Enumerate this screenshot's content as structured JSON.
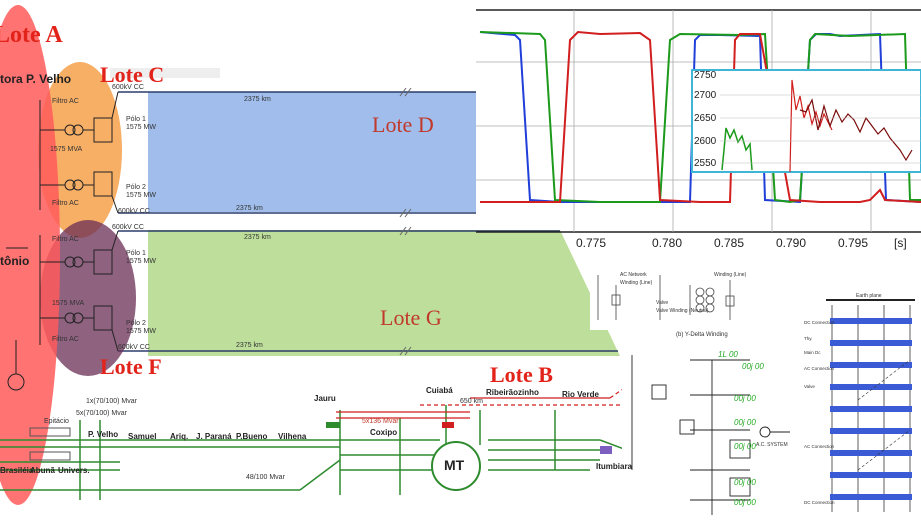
{
  "lotes": {
    "a": "Lote A",
    "b": "Lote B",
    "c": "Lote C",
    "d": "Lote D",
    "f": "Lote F",
    "g": "Lote G"
  },
  "substations": {
    "porto_velho": "tora P. Velho",
    "santo_antonio": "tônio"
  },
  "line_labels": {
    "dc_top": "600kV CC",
    "dc_mid": "600kV CC",
    "dc_mid2": "600kV CC",
    "dc_bottom": "600kV CC",
    "km_top": "2375 km",
    "km_mid": "2375 km",
    "km_mid2": "2375 km",
    "km_bottom": "2375 km"
  },
  "pole_labels": {
    "c_filter": "Filtro AC",
    "c_polo1": "Pólo 1",
    "c_polo1_mw": "1575 MW",
    "c_mva": "1575 MVA",
    "c_polo2": "Pólo 2",
    "c_polo2_mw": "1575 MW",
    "c_filter2": "Filtro AC",
    "f_filter": "Filtro AC",
    "f_polo1": "Pólo 1",
    "f_polo1_mw": "1575 MW",
    "f_mva": "1575 MVA",
    "f_polo2": "Pólo 2",
    "f_polo2_mw": "1575 MW",
    "f_filter2": "Filtro AC"
  },
  "ac_network": {
    "p_velho": "P. Velho",
    "samuel": "Samuel",
    "ariquemes": "Ariq.",
    "ji_parana": "J. Paraná",
    "p_bueno": "P.Bueno",
    "vilhena": "Vilhena",
    "jauru": "Jauru",
    "cuiaba": "Cuiabá",
    "ribeiraozinho": "Ribeirãozinho",
    "rio_verde": "Rio Verde",
    "coxipo": "Coxipo",
    "itumbiara": "Itumbiara",
    "mt": "MT",
    "abuna": "Abunã",
    "univers": "Univers.",
    "brasileia": "Brasiléia",
    "epitacio": "Epitácio",
    "rating1": "5x(70/100) Mvar",
    "rating2": "48/100 Mvar",
    "rating3": "5x136 Mvar",
    "rating4": "650 km",
    "rating5": "1x(70/100) Mvar"
  },
  "plot": {
    "x_ticks": [
      "0.775",
      "0.780",
      "0.785",
      "0.790",
      "0.795"
    ],
    "x_unit": "[s]",
    "inset_y_ticks": [
      "2750",
      "2700",
      "2650",
      "2600",
      "2550"
    ]
  },
  "small_schematic": {
    "caption": "(b) Y-Delta Winding",
    "labels": [
      "AC Network",
      "Winding (Line)",
      "Valve",
      "Valve Winding (Neutral)",
      "Winding (Line)"
    ]
  },
  "right_panel": {
    "title": "Earth plane",
    "labels": [
      "DC Connection",
      "Thy.",
      "Main Dc",
      "AC Connection",
      "Valve",
      "AC Connection",
      "DC Connection"
    ]
  },
  "green_values": [
    "1L 00",
    "00j 00",
    "00j 00",
    "00j 00",
    "00j 00",
    "00j 00",
    "00j 00"
  ],
  "ac_system_label": "A.C. SYSTEM",
  "colors": {
    "lote_red": "#e2231a",
    "lote_a_fill": "#ff5a5a",
    "lote_c_fill": "#f6a04a",
    "lote_f_fill": "#6a2d55",
    "lote_d_fill": "#8fb1e8",
    "lote_g_fill": "#b3d98a",
    "trace_blue": "#1f3fd8",
    "trace_green": "#1b9a1b",
    "trace_red": "#d11e1e",
    "trace_dark_red": "#7a0a0a",
    "inset_border": "#3fb6d8",
    "ac_green": "#2e8b2e"
  }
}
